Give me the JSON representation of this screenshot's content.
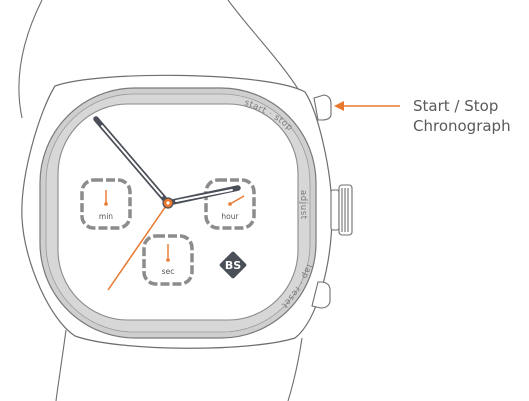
{
  "callout": {
    "line1": "Start / Stop",
    "line2": "Chronograph"
  },
  "bezel": {
    "top_right": "start · stop",
    "right": "adjust",
    "bottom_right": "lap · reset"
  },
  "subdials": {
    "left": "min",
    "right": "hour",
    "bottom": "sec"
  },
  "logo": "BS",
  "colors": {
    "accent": "#e8782e",
    "bezel": "#c9c9c9",
    "outline": "#6e6e6e",
    "dial_dash": "#8c8c8c",
    "hand": "#4a4f58"
  }
}
